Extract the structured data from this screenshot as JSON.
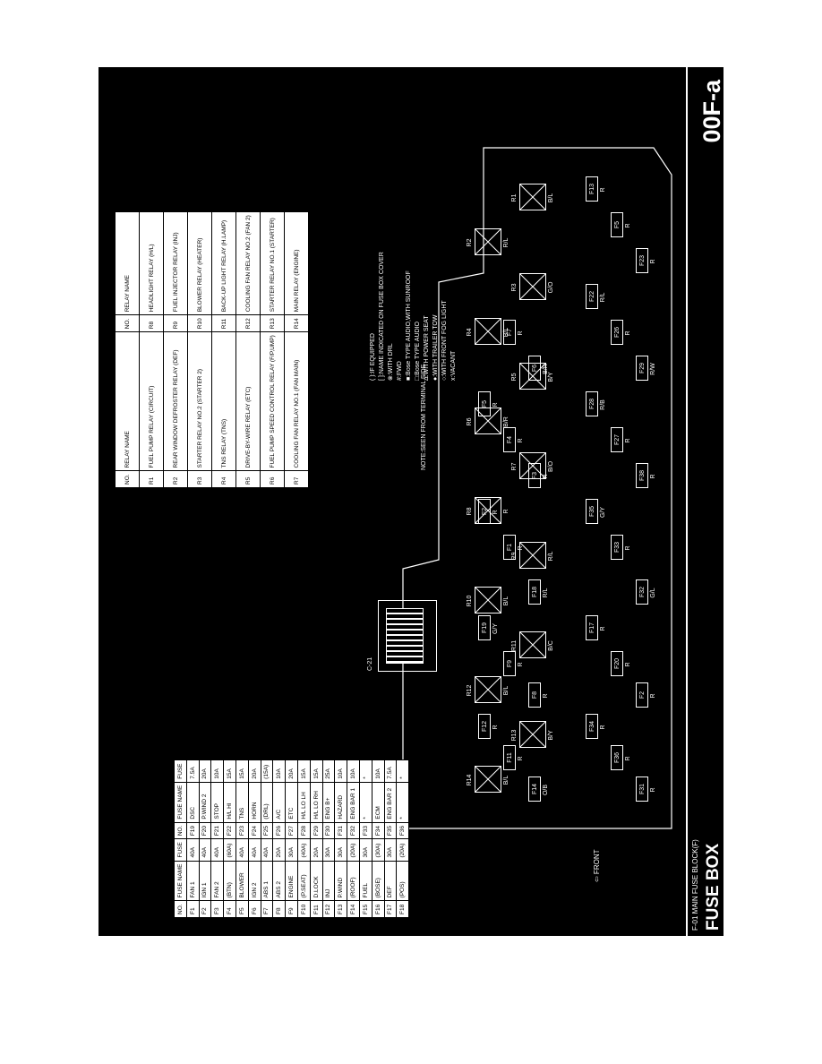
{
  "header": {
    "title": "FUSE BOX",
    "code": "00F-a",
    "subtitle": "F-01 MAIN FUSE BLOCK(F)"
  },
  "front_label": "FRONT",
  "connector_label": "C-21",
  "note": "NOTE:SEEN FROM TERMINAL SIDE",
  "legend": [
    "( ):IF EQUIPPED",
    "[ ]:NAME INDICATED ON FUSE BOX COVER",
    "⊗:WITH DRL",
    "#:FWD",
    "■:Bose TYPE AUDIO,WITH SUNROOF",
    "□:Bose TYPE AUDIO",
    "Δ:WITH POWER SEAT",
    "●:WITH TRAILER TOW",
    "○:WITH FRONT FOG LIGHT",
    "x:VACANT"
  ],
  "fuse_table": {
    "headers": [
      "NO.",
      "FUSE NAME",
      "FUSE",
      "NO.",
      "FUSE NAME",
      "FUSE"
    ],
    "rows": [
      [
        "F1",
        "FAN 1",
        "40A",
        "F19",
        "DSC",
        "7.5A"
      ],
      [
        "F2",
        "IGN 1",
        "40A",
        "F20",
        "P.WIND 2",
        "20A"
      ],
      [
        "F3",
        "FAN 2",
        "40A",
        "F21",
        "STOP",
        "10A"
      ],
      [
        "F4",
        "(BTN)",
        "(60A)",
        "F22",
        "H/L HI",
        "15A"
      ],
      [
        "F5",
        "BLOWER",
        "40A",
        "F23",
        "TNS",
        "15A"
      ],
      [
        "F6",
        "IGN 2",
        "40A",
        "F24",
        "HORN",
        "20A"
      ],
      [
        "F7",
        "ABS 1",
        "40A",
        "F25",
        "(DRL)",
        "(15A)"
      ],
      [
        "F8",
        "ABS 2",
        "20A",
        "F26",
        "A/C",
        "10A"
      ],
      [
        "F9",
        "ENGINE",
        "30A",
        "F27",
        "ETC",
        "20A"
      ],
      [
        "F10",
        "(P.SEAT)",
        "(40A)",
        "F28",
        "H/L LO LH",
        "15A"
      ],
      [
        "F11",
        "D.LOCK",
        "20A",
        "F29",
        "H/L LO RH",
        "15A"
      ],
      [
        "F12",
        "INJ",
        "30A",
        "F30",
        "ENG B+",
        "25A"
      ],
      [
        "F13",
        "P.WIND",
        "30A",
        "F31",
        "HAZARD",
        "10A"
      ],
      [
        "F14",
        "(ROOF)",
        "(20A)",
        "F32",
        "ENG BAR 1",
        "10A"
      ],
      [
        "F15",
        "FUEL",
        "30A",
        "F33",
        "*",
        "*"
      ],
      [
        "F16",
        "(BOSE)",
        "(30A)",
        "F34",
        "ECM",
        "10A"
      ],
      [
        "F17",
        "DEF",
        "30A",
        "F35",
        "ENG BAR 2",
        "7.5A"
      ],
      [
        "F18",
        "(POS)",
        "(20A)",
        "F36",
        "*",
        "*"
      ]
    ]
  },
  "relay_table": {
    "headers": [
      "NO.",
      "RELAY NAME",
      "NO.",
      "RELAY NAME"
    ],
    "rows": [
      [
        "R1",
        "FUEL PUMP RELAY (CIRCUIT)",
        "R8",
        "HEADLIGHT RELAY (H/L)"
      ],
      [
        "R2",
        "REAR WINDOW DEFROSTER RELAY (DEF)",
        "R9",
        "FUEL INJECTOR RELAY (INJ)"
      ],
      [
        "R3",
        "STARTER RELAY NO.2 (STARTER 2)",
        "R10",
        "BLOWER RELAY (HEATER)"
      ],
      [
        "R4",
        "TNS RELAY (TNS)",
        "R11",
        "BACK-UP LIGHT RELAY (H.LAMP)"
      ],
      [
        "R5",
        "DRIVE-BY-WIRE RELAY (ETC)",
        "R12",
        "COOLING FAN RELAY NO.2 (FAN 2)"
      ],
      [
        "R6",
        "FUEL PUMP SPEED CONTROL RELAY (F/P,UMP)",
        "R13",
        "STARTER RELAY NO.1 (STARTER)"
      ],
      [
        "R7",
        "COOLING FAN RELAY NO.1 (FAN MAIN)",
        "R14",
        "MAIN RELAY (ENGINE)"
      ]
    ]
  },
  "block_fuses": [
    [
      "F31",
      "R"
    ],
    [
      "F36",
      "R"
    ],
    [
      "F34",
      "R"
    ],
    [
      "F2",
      "R"
    ],
    [
      "F20",
      "R"
    ],
    [
      "F17",
      "R"
    ],
    [
      "F32",
      "G/L"
    ],
    [
      "F33",
      "R"
    ],
    [
      "F35",
      "G/Y"
    ],
    [
      "F38",
      "R"
    ],
    [
      "F27",
      "R"
    ],
    [
      "F28",
      "R/B"
    ],
    [
      "F29",
      "R/W"
    ],
    [
      "F26",
      "R"
    ],
    [
      "F22",
      "R/L"
    ],
    [
      "F23",
      "R"
    ],
    [
      "F5",
      "R"
    ],
    [
      "F13",
      "R"
    ],
    [
      "F14",
      "O/B"
    ],
    [
      "F11",
      "R"
    ],
    [
      "F12",
      "R"
    ],
    [
      "F8",
      "R"
    ],
    [
      "F9",
      "R"
    ],
    [
      "F19",
      "G/Y"
    ],
    [
      "F18",
      "R/L"
    ],
    [
      "F1",
      "R"
    ],
    [
      "F2",
      "R"
    ],
    [
      "F3",
      "R"
    ],
    [
      "F4",
      "R"
    ],
    [
      "F5",
      "R"
    ],
    [
      "F6",
      "B/R"
    ],
    [
      "F7",
      "R"
    ]
  ],
  "block_relays": [
    [
      "R14",
      "B/L"
    ],
    [
      "R13",
      "B/Y"
    ],
    [
      "R12",
      "B/L"
    ],
    [
      "R11",
      "B/C"
    ],
    [
      "R10",
      "B/L"
    ],
    [
      "R9",
      "R/L"
    ],
    [
      "R8",
      "R"
    ],
    [
      "R7",
      "B/O"
    ],
    [
      "R6",
      "B/R"
    ],
    [
      "R5",
      "B/Y"
    ],
    [
      "R4",
      "B/L"
    ],
    [
      "R3",
      "G/O"
    ],
    [
      "R2",
      "R/L"
    ],
    [
      "R1",
      "B/L"
    ]
  ]
}
